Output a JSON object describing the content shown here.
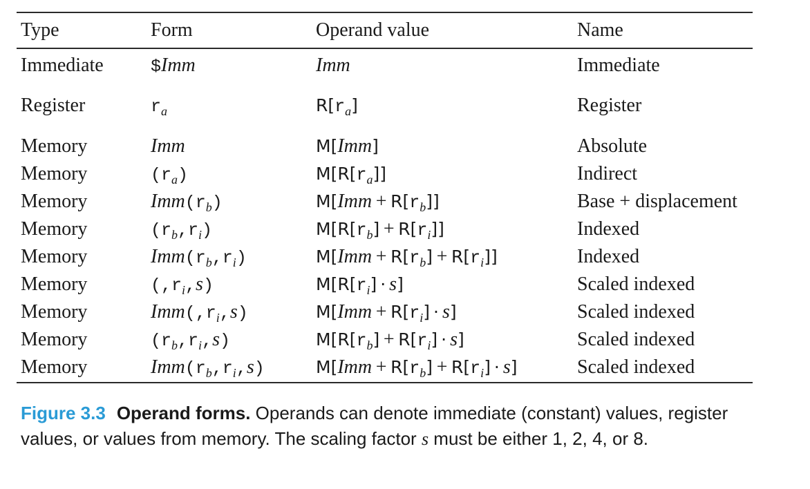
{
  "table": {
    "headers": {
      "type": "Type",
      "form": "Form",
      "operand_value": "Operand value",
      "name": "Name"
    },
    "rows": [
      {
        "type": "Immediate",
        "form": "$Imm",
        "operand_value": "Imm",
        "name": "Immediate"
      },
      {
        "type": "Register",
        "form": "r_a",
        "operand_value": "R[r_a]",
        "name": "Register"
      },
      {
        "type": "Memory",
        "form": "Imm",
        "operand_value": "M[Imm]",
        "name": "Absolute"
      },
      {
        "type": "Memory",
        "form": "(r_a)",
        "operand_value": "M[R[r_a]]",
        "name": "Indirect"
      },
      {
        "type": "Memory",
        "form": "Imm(r_b)",
        "operand_value": "M[Imm + R[r_b]]",
        "name": "Base + displacement"
      },
      {
        "type": "Memory",
        "form": "(r_b,r_i)",
        "operand_value": "M[R[r_b] + R[r_i]]",
        "name": "Indexed"
      },
      {
        "type": "Memory",
        "form": "Imm(r_b,r_i)",
        "operand_value": "M[Imm + R[r_b] + R[r_i]]",
        "name": "Indexed"
      },
      {
        "type": "Memory",
        "form": "(,r_i,s)",
        "operand_value": "M[R[r_i] · s]",
        "name": "Scaled indexed"
      },
      {
        "type": "Memory",
        "form": "Imm(,r_i,s)",
        "operand_value": "M[Imm + R[r_i] · s]",
        "name": "Scaled indexed"
      },
      {
        "type": "Memory",
        "form": "(r_b,r_i,s)",
        "operand_value": "M[R[r_b] + R[r_i] · s]",
        "name": "Scaled indexed"
      },
      {
        "type": "Memory",
        "form": "Imm(r_b,r_i,s)",
        "operand_value": "M[Imm + R[r_b] + R[r_i] · s]",
        "name": "Scaled indexed"
      }
    ]
  },
  "caption": {
    "label": "Figure 3.3",
    "title": "Operand forms.",
    "text_before_s": "Operands can denote immediate (constant) values, register values, or values from memory. The scaling factor",
    "s": "s",
    "text_after_s": "must be either 1, 2, 4, or 8."
  },
  "colors": {
    "figure_label": "#2a9bd6",
    "text": "#1a1a1a",
    "rule": "#2a2a2a"
  }
}
